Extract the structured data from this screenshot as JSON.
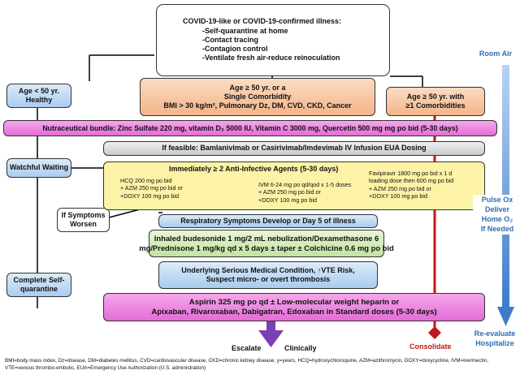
{
  "top_box": {
    "title": "COVID-19-like or COVID-19-confirmed illness:",
    "items": [
      "-Self-quarantine at home",
      "-Contact tracing",
      "-Contagion control",
      "-Ventilate fresh air-reduce reinoculation"
    ]
  },
  "left_column": {
    "age_under_50": [
      "Age < 50 yr.",
      "Healthy"
    ],
    "watchful_waiting": "Watchful Waiting",
    "if_symptoms_worsen": [
      "If Symptoms",
      "Worsen"
    ],
    "complete_self_quarantine": [
      "Complete Self-",
      "quarantine"
    ]
  },
  "age_single": [
    "Age ≥ 50 yr. or a",
    "Single Comorbidity",
    "BMI > 30 kg/m², Pulmonary Dz, DM, CVD, CKD, Cancer"
  ],
  "age_multi": [
    "Age ≥ 50 yr. with",
    "≥1 Comorbidities"
  ],
  "nutraceutical": "Nutraceutical bundle: Zinc Sulfate 220 mg, vitamin D₃ 5000 IU, Vitamin C 3000 mg, Quercetin 500 mg mg po bid (5-30 days)",
  "antibody": "If feasible:  Bamlanivimab or Casirivimab/Imdevimab IV Infusion EUA Dosing",
  "anti_infective": {
    "title": "Immediately ≥ 2 Anti-Infective Agents (5-30 days)",
    "regimen_1": [
      "HCQ 200 mg po bid",
      "+ AZM 250 mg po bid or",
      "+DOXY 100 mg po bid"
    ],
    "regimen_2": [
      "IVM 6-24 mg po qd/qod x 1-5 doses",
      "+ AZM 250 mg po bid or",
      "+DOXY 100 mg po bid"
    ],
    "regimen_3": [
      "Favipiravir 1800 mg po bid  x 1 d",
      "loading dose then 600 mg po bid",
      "+ AZM 250 mg po bid or",
      "+DOXY 100 mg po bid"
    ]
  },
  "respiratory": "Respiratory Symptoms Develop or Day 5 of illness",
  "steroids": [
    "Inhaled budesonide 1 mg/2 mL nebulization/Dexamethasone 6",
    "mg/Prednisone 1 mg/kg qd x 5 days ± taper ± Colchicine 0.6 mg po bid"
  ],
  "underlying": [
    "Underlying Serious Medical Condition, ↑VTE Risk,",
    "Suspect micro- or overt thrombosis"
  ],
  "anticoag": [
    "Aspirin 325 mg po qd ± Low-molecular weight heparin or",
    "Apixaban, Rivaroxaban, Dabigatran, Edoxaban in Standard doses (5-30 days)"
  ],
  "escalate": "Escalate",
  "clinically": "Clinically",
  "consolidate": "Consolidate",
  "right_column": {
    "room_air": "Room Air",
    "pulse_ox": [
      "Pulse Ox",
      "Deliver",
      "Home O₂",
      "If Needed"
    ],
    "reevaluate": [
      "Re-evaluate",
      "Hospitalize"
    ]
  },
  "footer": "BMI=body mass index, Dz=disease, DM=diabetes mellitus, CVD=cardiovascular disease, CKD=chronic kidney disease, y=years, HCQ=hydroxychloroquine, AZM=azithromycin, DOXY=doxycycline, IVM=Ivermectin, VTE=venous thrombo-embolic, EUA=Emergency Use Authorization (U.S. administration)",
  "colors": {
    "purple_arrow": "#7a3fb5",
    "red_arrow": "#c01818",
    "blue_arrow": "#3d7cc9",
    "side_text": "#2f6db5"
  }
}
